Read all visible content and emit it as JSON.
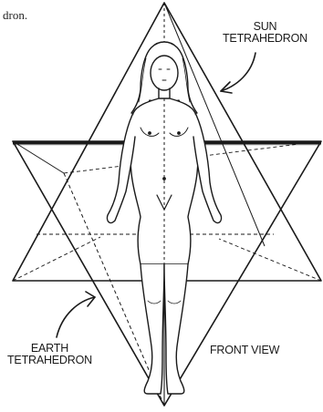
{
  "text_fragment": "dron.",
  "labels": {
    "sun_line1": "SUN",
    "sun_line2": "TETRAHEDRON",
    "earth_line1": "EARTH",
    "earth_line2": "TETRAHEDRON",
    "view": "FRONT VIEW"
  },
  "colors": {
    "line": "#1a1a1a",
    "paper": "#ffffff"
  }
}
